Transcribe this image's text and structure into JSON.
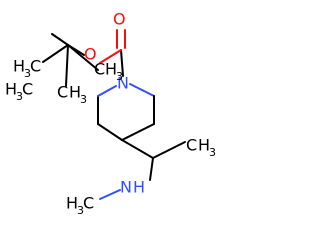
{
  "colors": {
    "carbon": "#000000",
    "oxygen": "#ff0d0d",
    "nitrogen": "#3050f8",
    "background": "#ffffff"
  },
  "labels": {
    "carbonyl_o": "O",
    "ester_o": "O",
    "ring_n": "N",
    "amine_n": "N",
    "amine_h": "H",
    "methyl_h3c_a_h": "H",
    "methyl_h3c_a_3": "3",
    "methyl_h3c_a_c": "C",
    "methyl_h3c_b_h": "H",
    "methyl_h3c_b_3": "3",
    "methyl_h3c_b_c": "C",
    "methyl_ch3_c": "C",
    "methyl_ch3_h": "H",
    "methyl_ch3_3": "3",
    "methyl_ch3_right_c": "C",
    "methyl_ch3_right_h": "H",
    "methyl_ch3_right_3": "3",
    "nmethyl_h3c_h": "H",
    "nmethyl_h3c_3": "3",
    "nmethyl_h3c_c": "C"
  }
}
